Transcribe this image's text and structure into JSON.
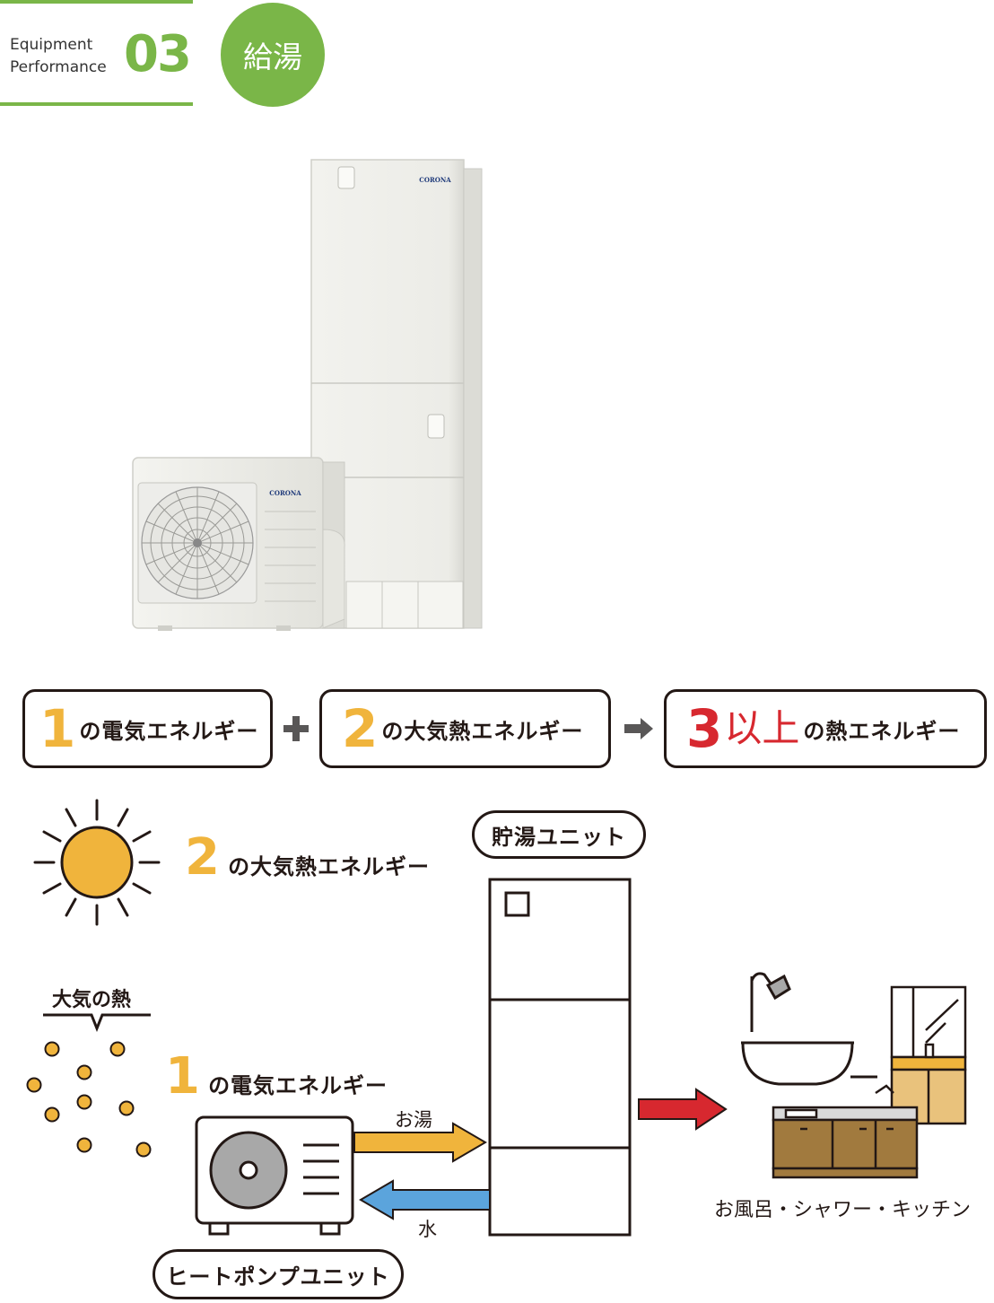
{
  "header": {
    "label_line1": "Equipment",
    "label_line2": "Performance",
    "number": "03",
    "badge": "給湯"
  },
  "photo": {
    "brand_tank": "CORONA",
    "brand_outdoor": "CORONA"
  },
  "formula": {
    "box1_num": "1",
    "box1_text": "の電気エネルギー",
    "box2_num": "2",
    "box2_text": "の大気熱エネルギー",
    "box3_num": "3",
    "box3_num_suffix": "以上",
    "box3_text": "の熱エネルギー"
  },
  "diagram": {
    "sun_num": "2",
    "sun_text": "の大気熱エネルギー",
    "tank_label": "貯湯ユニット",
    "air_heat_label": "大気の熱",
    "elec_num": "1",
    "elec_text": "の電気エネルギー",
    "hot_water_label": "お湯",
    "water_label": "水",
    "heatpump_label": "ヒートポンプユニット",
    "destination_label": "お風呂・シャワー・キッチン"
  },
  "colors": {
    "accent_green": "#7ab648",
    "orange": "#f0b43c",
    "red": "#d7282f",
    "blue": "#5ba4dc"
  }
}
